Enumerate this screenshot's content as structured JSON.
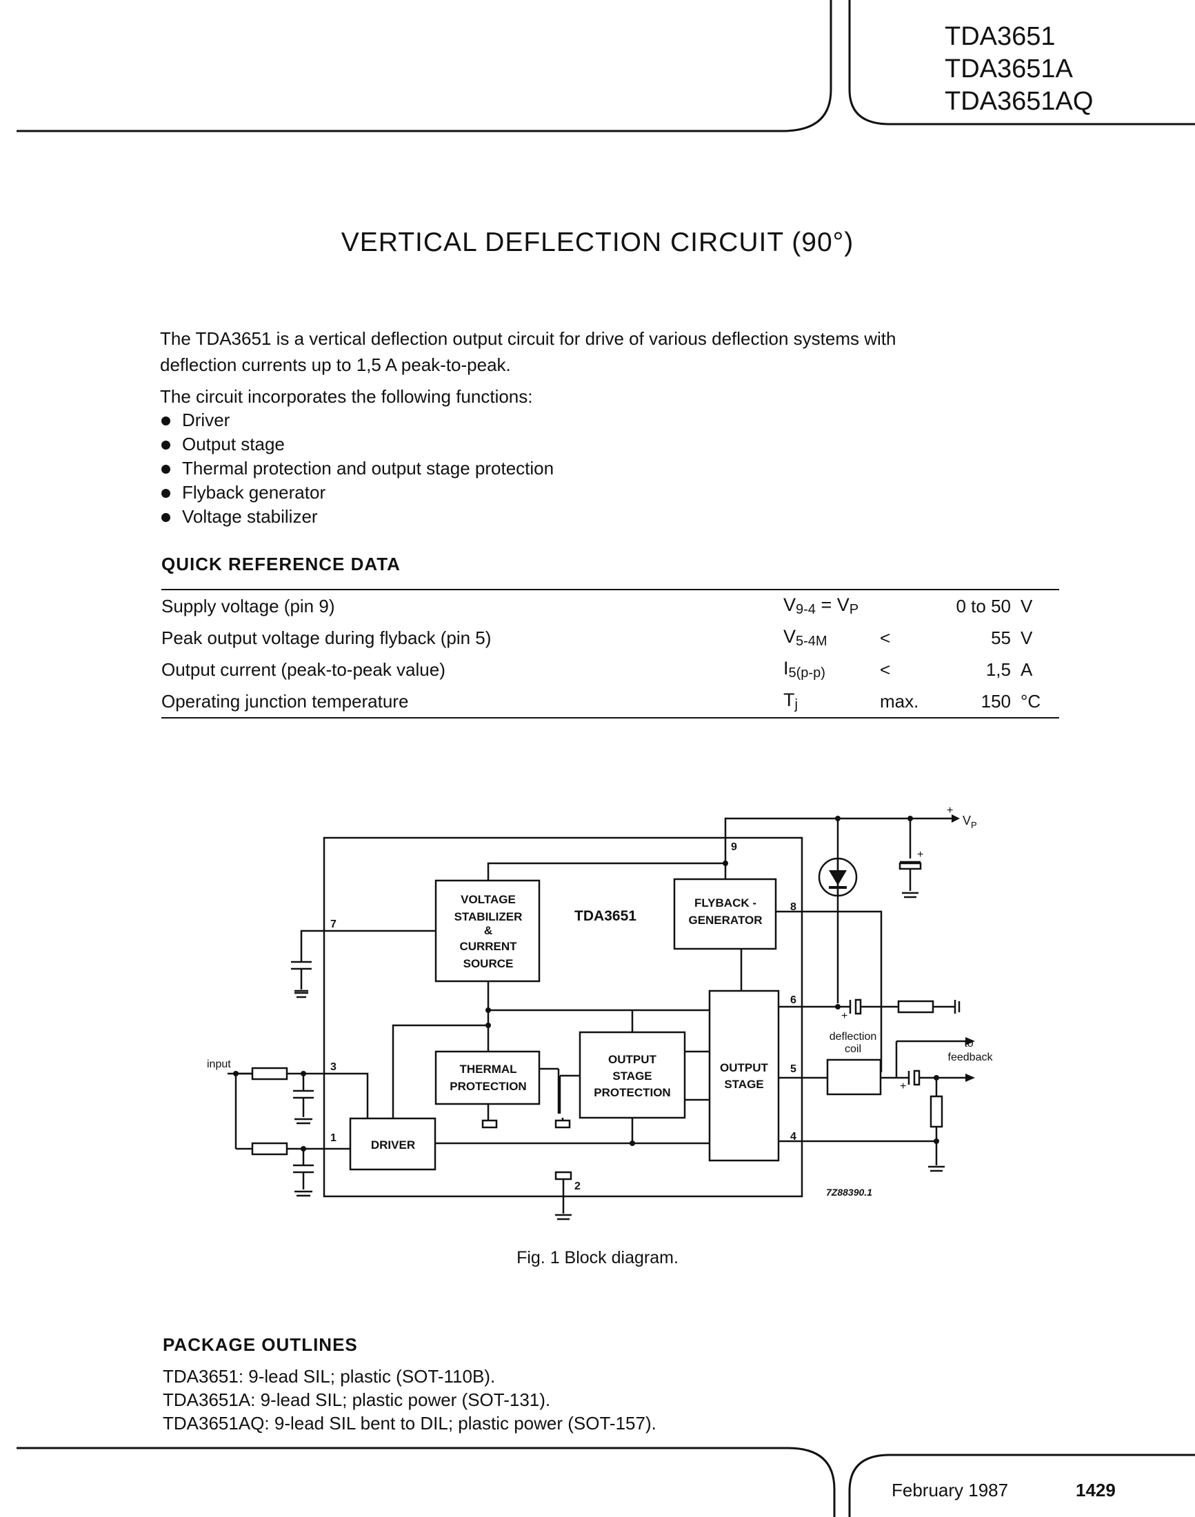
{
  "header": {
    "part_numbers": [
      "TDA3651",
      "TDA3651A",
      "TDA3651AQ"
    ]
  },
  "title": "VERTICAL DEFLECTION CIRCUIT (90°)",
  "intro": {
    "line1": "The TDA3651 is a vertical deflection output circuit for drive of various deflection systems with",
    "line2": "deflection currents up to 1,5 A peak-to-peak.",
    "functions_intro": "The circuit incorporates the following functions:",
    "functions": [
      "Driver",
      "Output stage",
      "Thermal protection and output stage protection",
      "Flyback generator",
      "Voltage stabilizer"
    ]
  },
  "quick_reference": {
    "heading": "QUICK REFERENCE DATA",
    "rows": [
      {
        "param": "Supply voltage (pin 9)",
        "sym": "V",
        "sub": "9-4",
        "sym2": "= V",
        "sub2": "P",
        "cond": "",
        "value": "0 to 50",
        "unit": "V"
      },
      {
        "param": "Peak output voltage during flyback (pin 5)",
        "sym": "V",
        "sub": "5-4M",
        "sym2": "",
        "sub2": "",
        "cond": "<",
        "value": "55",
        "unit": "V"
      },
      {
        "param": "Output current (peak-to-peak value)",
        "sym": "I",
        "sub": "5(p-p)",
        "sym2": "",
        "sub2": "",
        "cond": "<",
        "value": "1,5",
        "unit": "A"
      },
      {
        "param": "Operating junction temperature",
        "sym": "T",
        "sub": "j",
        "sym2": "",
        "sub2": "",
        "cond": "max.",
        "value": "150",
        "unit": "°C"
      }
    ]
  },
  "diagram": {
    "chip_label": "TDA3651",
    "blocks": {
      "voltage_stabilizer": [
        "VOLTAGE",
        "STABILIZER",
        "&",
        "CURRENT",
        "SOURCE"
      ],
      "flyback_generator": [
        "FLYBACK -",
        "GENERATOR"
      ],
      "thermal_protection": [
        "THERMAL",
        "PROTECTION"
      ],
      "output_stage_protection": [
        "OUTPUT",
        "STAGE",
        "PROTECTION"
      ],
      "output_stage": [
        "OUTPUT",
        "STAGE"
      ],
      "driver": [
        "DRIVER"
      ]
    },
    "pins": {
      "p1": "1",
      "p2": "2",
      "p3": "3",
      "p4": "4",
      "p5": "5",
      "p6": "6",
      "p7": "7",
      "p8": "8",
      "p9": "9"
    },
    "labels": {
      "input": "input",
      "vp": "V",
      "vp_sub": "P",
      "plus": "+",
      "deflection_coil": [
        "deflection",
        "coil"
      ],
      "to_feedback": [
        "to",
        "feedback"
      ],
      "drawing_code": "7Z88390.1"
    },
    "caption": "Fig. 1  Block diagram."
  },
  "package_outlines": {
    "heading": "PACKAGE OUTLINES",
    "lines": [
      "TDA3651: 9-lead SIL; plastic (SOT-110B).",
      "TDA3651A: 9-lead SIL; plastic power (SOT-131).",
      "TDA3651AQ: 9-lead SIL bent to DIL; plastic power (SOT-157)."
    ]
  },
  "footer": {
    "date": "February 1987",
    "page": "1429"
  }
}
